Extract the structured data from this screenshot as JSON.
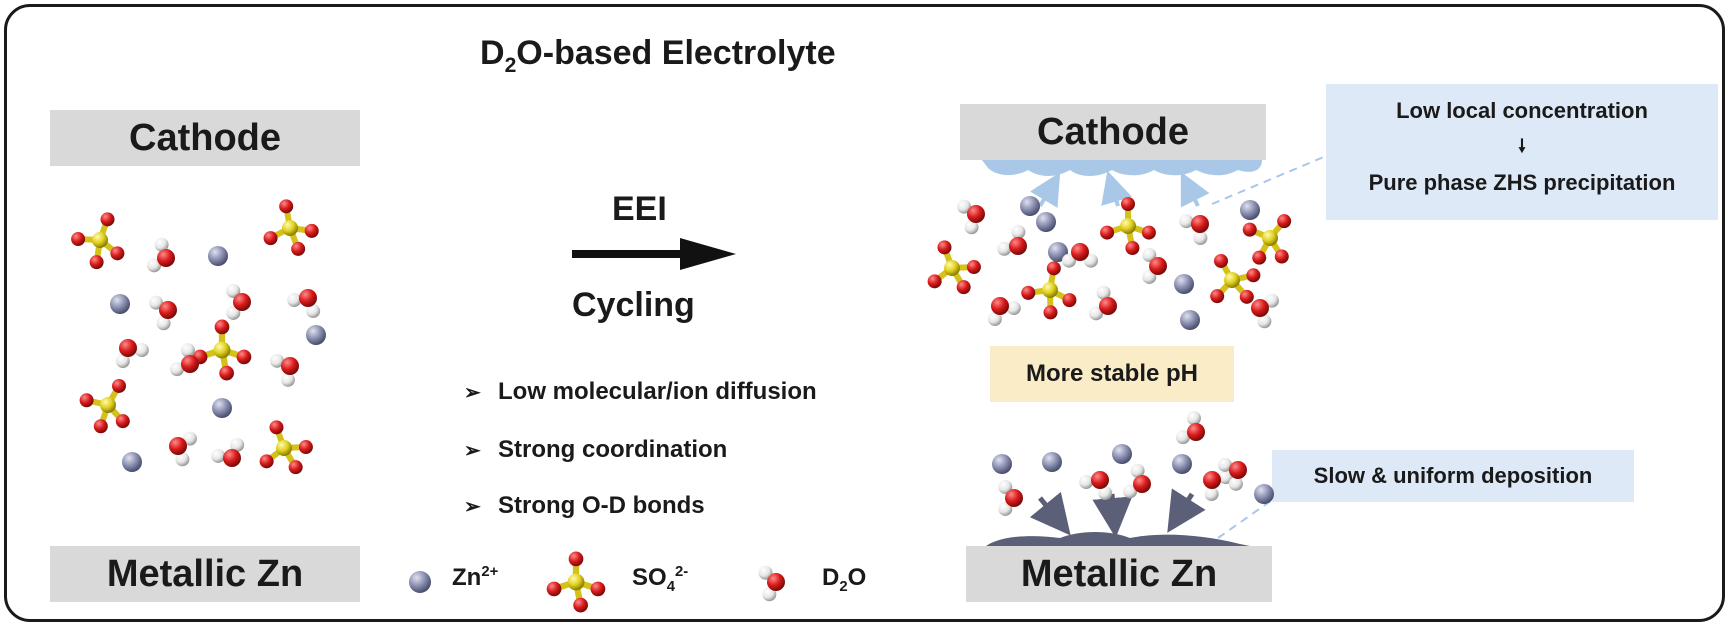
{
  "title": {
    "main": "D",
    "sub": "2",
    "rest": "O-based Electrolyte"
  },
  "left": {
    "cathode_label": "Cathode",
    "zn_label": "Metallic Zn"
  },
  "arrow": {
    "top_label": "EEI",
    "bottom_label": "Cycling"
  },
  "bullets": {
    "marker": "➢",
    "items": [
      "Low molecular/ion diffusion",
      "Strong coordination",
      "Strong O-D bonds"
    ]
  },
  "legend": {
    "zn": {
      "base": "Zn",
      "sup": "2+"
    },
    "so4": {
      "base": "SO",
      "sub": "4",
      "sup": "2-"
    },
    "d2o": {
      "base": "D",
      "sub": "2",
      "rest": "O"
    }
  },
  "right": {
    "cathode_label": "Cathode",
    "zn_label": "Metallic Zn",
    "callout_top_line1": "Low local concentration",
    "callout_arrow": "🠗",
    "callout_top_line2": "Pure phase ZHS precipitation",
    "ph_label": "More stable pH",
    "deposition_label": "Slow & uniform deposition"
  },
  "colors": {
    "zn_ion": "#8a8fb0",
    "sulfur": "#e0d020",
    "oxygen": "#d81a1a",
    "deuterium": "#e6e6e6",
    "gray_box": "#d9d9d9",
    "blue_box": "#dde9f7",
    "yellow_box": "#fbecc8",
    "sei_blue": "#a9c8e8",
    "zn_deposit": "#5c5f78"
  }
}
